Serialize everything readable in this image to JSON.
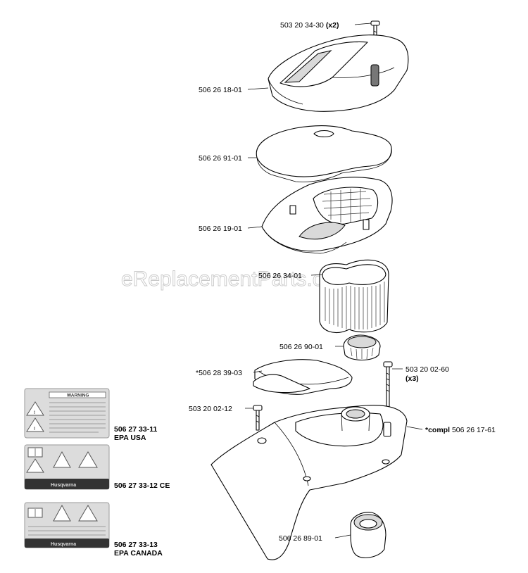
{
  "watermark": "eReplacementParts.com",
  "parts": {
    "screw_top": {
      "number": "503 20 34-30",
      "qty": "(x2)"
    },
    "top_cover": {
      "number": "506 26 18-01"
    },
    "filter_pad": {
      "number": "506 26 91-01"
    },
    "filter_holder": {
      "number": "506 26 19-01"
    },
    "air_filter": {
      "number": "506 26 34-01"
    },
    "filter_cap": {
      "number": "506 26 90-01"
    },
    "gasket": {
      "number": "*506 28 39-03"
    },
    "screw_long": {
      "number": "503 20 02-60",
      "qty": "(x3)"
    },
    "screw_short": {
      "number": "503 20 02-12"
    },
    "cylinder_cover": {
      "prefix": "*compl",
      "number": "506 26 17-61"
    },
    "grommet": {
      "number": "506 26 89-01"
    }
  },
  "decals": [
    {
      "number": "506 27 33-11",
      "sub": "EPA USA",
      "header": "WARNING",
      "icon": "warning-triangle-icon"
    },
    {
      "number": "506 27 33-12 CE",
      "sub": "",
      "brand": "Husqvarna",
      "icon": "manual-book-icon"
    },
    {
      "number": "506 27 33-13",
      "sub": "EPA CANADA",
      "brand": "Husqvarna",
      "icon": "warning-triangle-icon"
    }
  ]
}
